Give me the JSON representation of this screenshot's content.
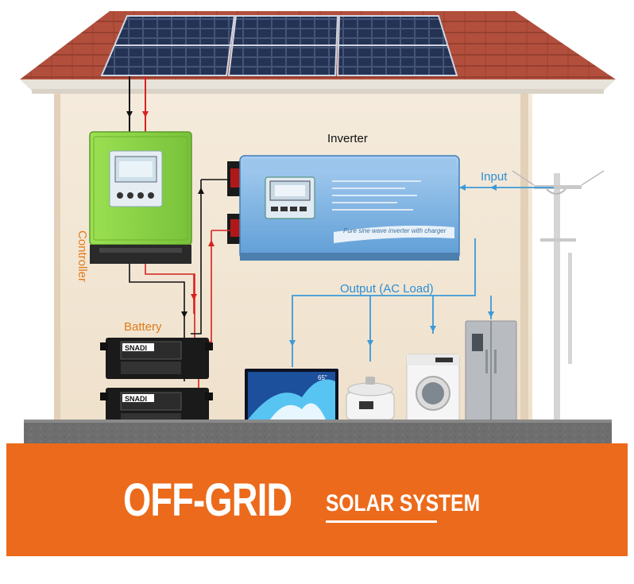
{
  "labels": {
    "inverter": "Inverter",
    "input": "Input",
    "output": "Output (AC Load)",
    "battery": "Battery",
    "controller": "Controller"
  },
  "inverter_panel_text": "Pure sine wave inverter with charger",
  "battery_brand": "SNADI",
  "tv_label": "65\"",
  "banner": {
    "title": "OFF-GRID",
    "subtitle": "SOLAR SYSTEM"
  },
  "colors": {
    "roof": "#b4513f",
    "wall": "#f3e7d6",
    "banner": "#ec6a1b",
    "controller": "#8fd246",
    "inverter": "#7ab4e4",
    "wire_ac": "#3c9ad8",
    "wire_pos": "#d82020",
    "wire_neg": "#111111"
  }
}
